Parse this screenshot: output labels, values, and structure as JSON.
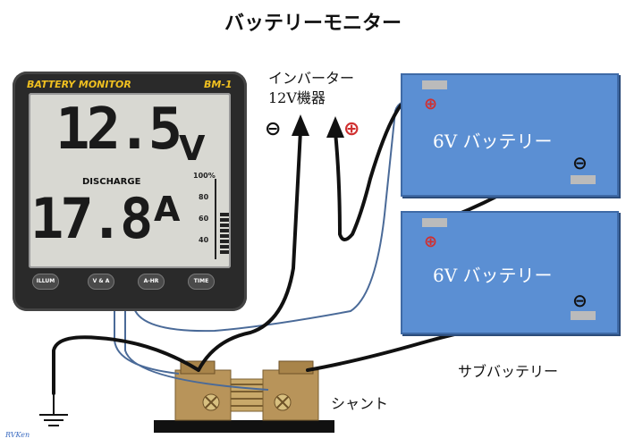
{
  "title": "バッテリーモニター",
  "monitor": {
    "brand": "BATTERY MONITOR",
    "model": "BM-1",
    "voltage": "12.5",
    "voltage_unit": "V",
    "mode": "DISCHARGE",
    "current": "17.8",
    "current_unit": "A",
    "scale_ticks": [
      "100%",
      "80",
      "60",
      "40"
    ],
    "buttons": [
      "ILLUM",
      "V & A",
      "A-HR",
      "TIME"
    ]
  },
  "labels": {
    "inverter_line1": "インバーター",
    "inverter_line2": "12V機器",
    "minus": "⊖",
    "plus": "⊕",
    "battery_top": "6V バッテリー",
    "battery_bottom": "6V バッテリー",
    "sub_battery": "サブバッテリー",
    "shunt": "シャント",
    "watermark": "RVKen"
  },
  "colors": {
    "battery_fill": "#5b8fd3",
    "wire_black": "#111111",
    "wire_blue": "#4a6a98",
    "terminal_positive": "#d03030",
    "shunt_brass": "#b8945a"
  }
}
